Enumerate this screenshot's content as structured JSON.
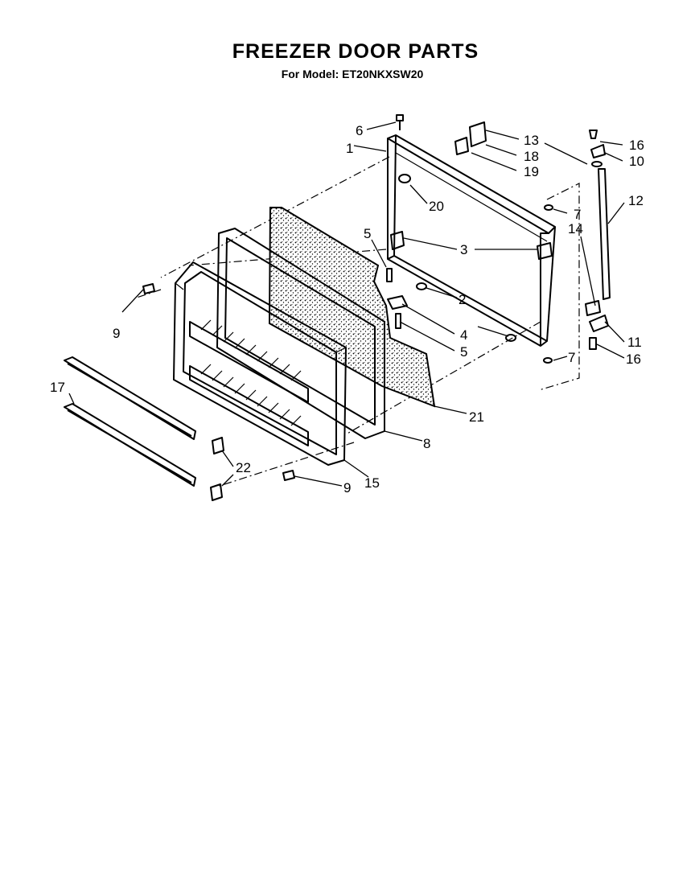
{
  "title": "FREEZER DOOR PARTS",
  "subtitle": "For Model: ET20NKXSW20",
  "callouts": [
    {
      "id": "c1",
      "text": "1"
    },
    {
      "id": "c2",
      "text": "2"
    },
    {
      "id": "c3",
      "text": "3"
    },
    {
      "id": "c4",
      "text": "4"
    },
    {
      "id": "c5a",
      "text": "5"
    },
    {
      "id": "c5b",
      "text": "5"
    },
    {
      "id": "c6",
      "text": "6"
    },
    {
      "id": "c7a",
      "text": "7"
    },
    {
      "id": "c7b",
      "text": "7"
    },
    {
      "id": "c8",
      "text": "8"
    },
    {
      "id": "c9a",
      "text": "9"
    },
    {
      "id": "c9b",
      "text": "9"
    },
    {
      "id": "c10",
      "text": "10"
    },
    {
      "id": "c11",
      "text": "11"
    },
    {
      "id": "c12",
      "text": "12"
    },
    {
      "id": "c13",
      "text": "13"
    },
    {
      "id": "c14",
      "text": "14"
    },
    {
      "id": "c15",
      "text": "15"
    },
    {
      "id": "c16a",
      "text": "16"
    },
    {
      "id": "c16b",
      "text": "16"
    },
    {
      "id": "c17",
      "text": "17"
    },
    {
      "id": "c18",
      "text": "18"
    },
    {
      "id": "c19",
      "text": "19"
    },
    {
      "id": "c20",
      "text": "20"
    },
    {
      "id": "c21",
      "text": "21"
    },
    {
      "id": "c22",
      "text": "22"
    }
  ]
}
